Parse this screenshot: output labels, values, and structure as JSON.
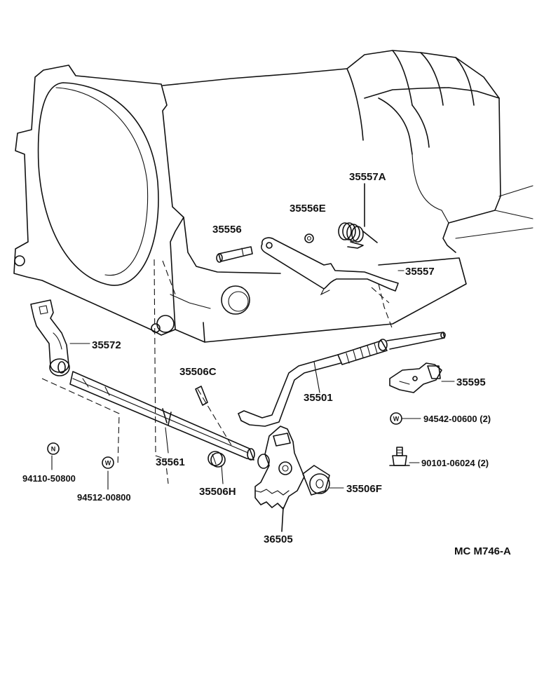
{
  "parts": {
    "p35557A": "35557A",
    "p35556E": "35556E",
    "p35556": "35556",
    "p35557": "35557",
    "p35572": "35572",
    "p35506C": "35506C",
    "p35501": "35501",
    "p35595": "35595",
    "p94542": "94542-00600 (2)",
    "p90101": "90101-06024 (2)",
    "p94110": "94110-50800",
    "p94512": "94512-00800",
    "p35561": "35561",
    "p35506H": "35506H",
    "p35506F": "35506F",
    "p36505": "36505"
  },
  "symbols": {
    "nut": "N",
    "washer": "W"
  },
  "footer": {
    "code": "MC  M746-A"
  }
}
